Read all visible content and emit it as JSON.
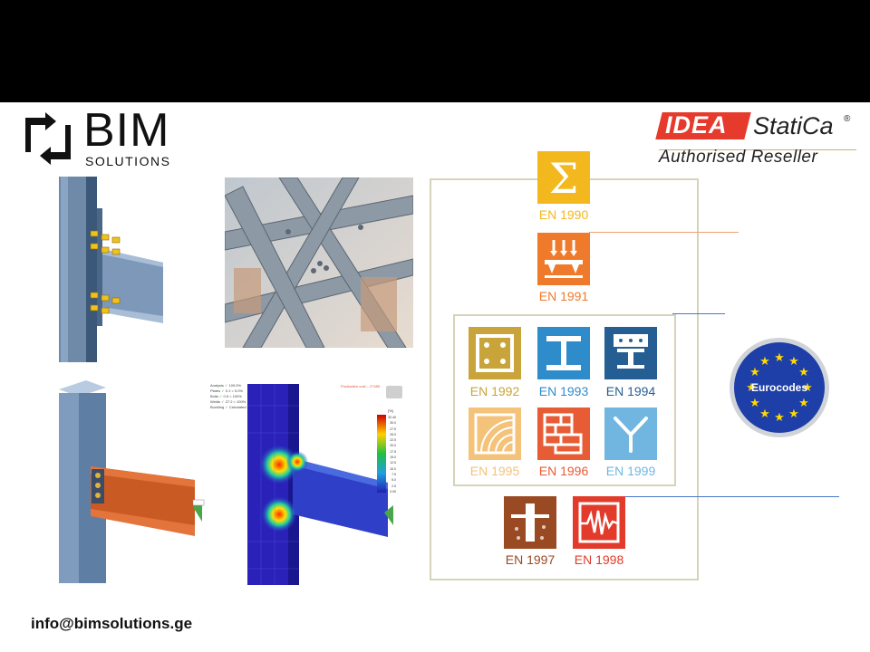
{
  "logo": {
    "name": "BIM",
    "sub": "SOLUTIONS"
  },
  "brand": {
    "idea": "IDEA",
    "statica": "StatiCa",
    "reg": "®",
    "reseller": "Authorised Reseller"
  },
  "eurocodes": {
    "badge": "Eurocodes",
    "items": [
      {
        "label": "EN 1990",
        "color": "#f2b81e"
      },
      {
        "label": "EN 1991",
        "color": "#f07a2b"
      },
      {
        "label": "EN 1992",
        "color": "#c9a43a"
      },
      {
        "label": "EN 1993",
        "color": "#2f8ccb"
      },
      {
        "label": "EN 1994",
        "color": "#255e93"
      },
      {
        "label": "EN 1995",
        "color": "#f4c279"
      },
      {
        "label": "EN 1996",
        "color": "#e75c35"
      },
      {
        "label": "EN 1999",
        "color": "#71b6e0"
      },
      {
        "label": "EN 1997",
        "color": "#9a4a22"
      },
      {
        "label": "EN 1998",
        "color": "#e23b2b"
      }
    ]
  },
  "contact": {
    "email": "info@bimsolutions.ge"
  },
  "fea_legend": {
    "title": "Production cost – 27450",
    "checks": [
      "Analysis",
      "Plates",
      "Bolts",
      "Welds",
      "Buckling"
    ],
    "check_values": [
      "100.0%",
      "0.1 < 5.0%",
      "0.5 < 100%",
      "27.2 < 100%",
      "Calculated"
    ],
    "scale_unit": "[%]",
    "scale_values": [
      "32.40",
      "30.0",
      "27.5",
      "25.0",
      "22.5",
      "20.0",
      "17.5",
      "15.0",
      "12.5",
      "10.0",
      "7.5",
      "5.0",
      "2.5",
      "0.00"
    ]
  }
}
